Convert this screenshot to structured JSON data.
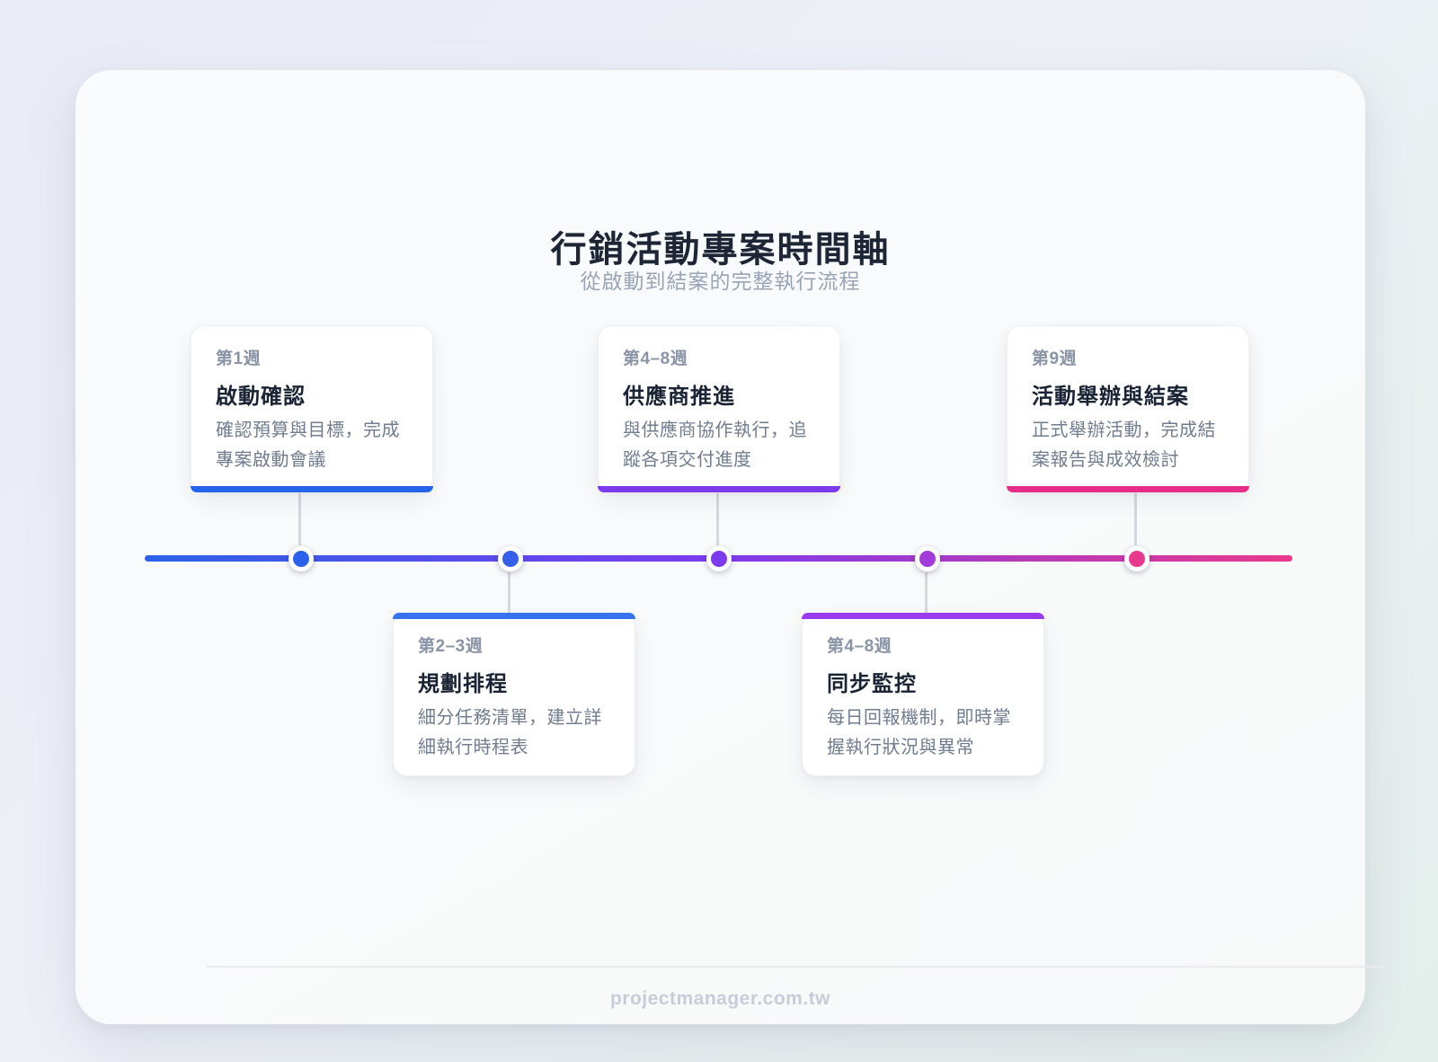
{
  "page": {
    "title": "行銷活動專案時間軸",
    "subtitle": "從啟動到結案的完整執行流程",
    "footer": "projectmanager.com.tw"
  },
  "colors": {
    "title_text": "#1e2636",
    "subtitle_text": "#9aa4b5",
    "week_label_text": "#8a94a6",
    "card_title_text": "#1a2334",
    "card_description_text": "#717c8f",
    "connector_gray": "#d5d8de",
    "footer_text": "#c6ccd8"
  },
  "timeline": {
    "gradient": [
      "#2b62e9",
      "#7c3aed",
      "#e9398d"
    ],
    "nodes": [
      {
        "color": "#2b62e9"
      },
      {
        "color": "#3560e9"
      },
      {
        "color": "#7c3aed"
      },
      {
        "color": "#a13bd9"
      },
      {
        "color": "#e9398d"
      }
    ]
  },
  "cards": [
    {
      "week": "第1週",
      "title": "啟動確認",
      "description": "確認預算與目標，完成專案啟動會議",
      "accent_color": "#2563eb",
      "position": "above-timeline"
    },
    {
      "week": "第2–3週",
      "title": "規劃排程",
      "description": "細分任務清單，建立詳細執行時程表",
      "accent_color": "#3672ee",
      "position": "below-timeline"
    },
    {
      "week": "第4–8週",
      "title": "供應商推進",
      "description": "與供應商協作執行，追蹤各項交付進度",
      "accent_color": "#7c3aed",
      "position": "above-timeline"
    },
    {
      "week": "第4–8週",
      "title": "同步監控",
      "description": "每日回報機制，即時掌握執行狀況與異常",
      "accent_color": "#9b3bee",
      "position": "below-timeline"
    },
    {
      "week": "第9週",
      "title": "活動舉辦與結案",
      "description": "正式舉辦活動，完成結案報告與成效檢討",
      "accent_color": "#e52d87",
      "position": "above-timeline"
    }
  ]
}
